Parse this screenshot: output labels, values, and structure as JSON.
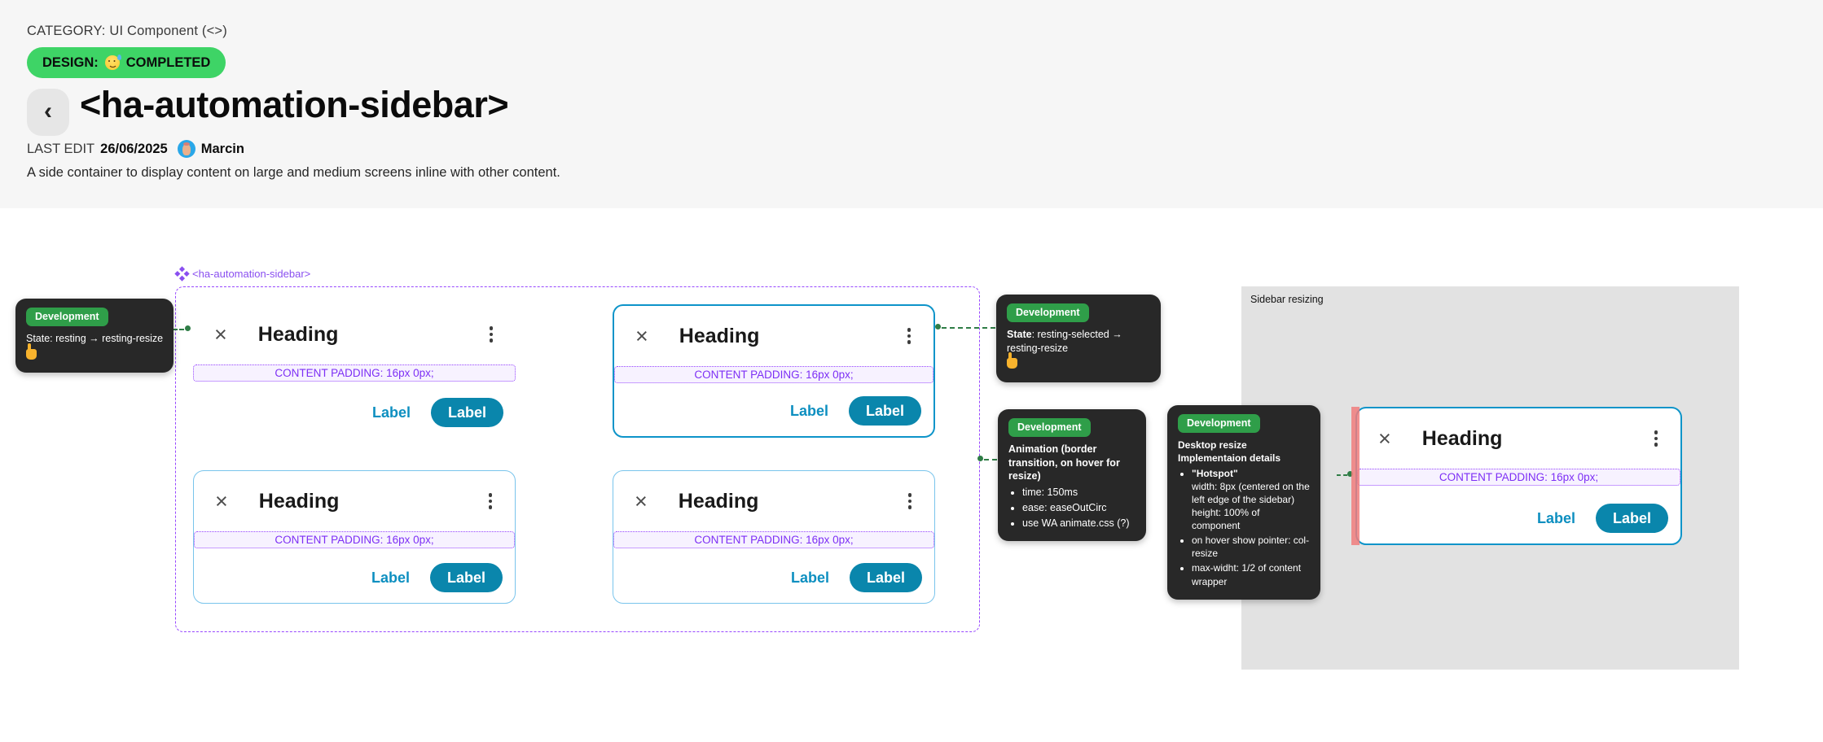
{
  "header": {
    "category": "CATEGORY: UI Component (<>)",
    "design": {
      "label": "DESIGN:",
      "emoji": "😅",
      "status": "COMPLETED"
    },
    "back_icon": "‹",
    "title": "<ha-automation-sidebar>",
    "last_edit": {
      "label": "LAST EDIT",
      "date": "26/06/2025",
      "author": "Marcin"
    },
    "description": "A side container to display content on large and medium screens inline with other content."
  },
  "canvas": {
    "component_tag": "<ha-automation-sidebar>",
    "card": {
      "close_icon": "×",
      "heading": "Heading",
      "kebab_icon": "⋮",
      "padding_note": "CONTENT PADDING: 16px 0px;",
      "text_button": "Label",
      "filled_button": "Label"
    },
    "tooltips": [
      {
        "badge": "Development",
        "text": "State: resting → resting-resize",
        "emoji": "👆"
      },
      {
        "badge": "Development",
        "bold": "State",
        "text": ": resting-selected → resting-resize",
        "emoji": "👆"
      },
      {
        "badge": "Development",
        "title": "Animation (border transition, on hover for resize)",
        "bullets": [
          "time: 150ms",
          "ease: easeOutCirc",
          "use WA animate.css (?)"
        ]
      },
      {
        "badge": "Development",
        "title": "Desktop resize Implementaion details",
        "bullet_hotspot": "\"Hotspot\"",
        "hotspot_details": [
          "width: 8px (centered on the left edge of the sidebar)",
          "height: 100% of component"
        ],
        "bullets": [
          "on hover show pointer: col-resize",
          "max-widht: 1/2 of content wrapper"
        ]
      }
    ],
    "panel": {
      "title": "Sidebar resizing"
    }
  },
  "colors": {
    "accent_purple": "#9747ff",
    "card_border_blue": "#0d94c9",
    "card_border_light": "#79c4ec",
    "button_teal": "#0a86ac",
    "design_badge_green": "#3ed466",
    "dev_badge_green": "#2f9e49",
    "connector_green": "#2f7d46",
    "hotspot_red": "#f07d7d",
    "tooltip_bg": "#282828",
    "panel_gray": "#e2e2e2",
    "header_band_gray": "#f6f6f6"
  }
}
